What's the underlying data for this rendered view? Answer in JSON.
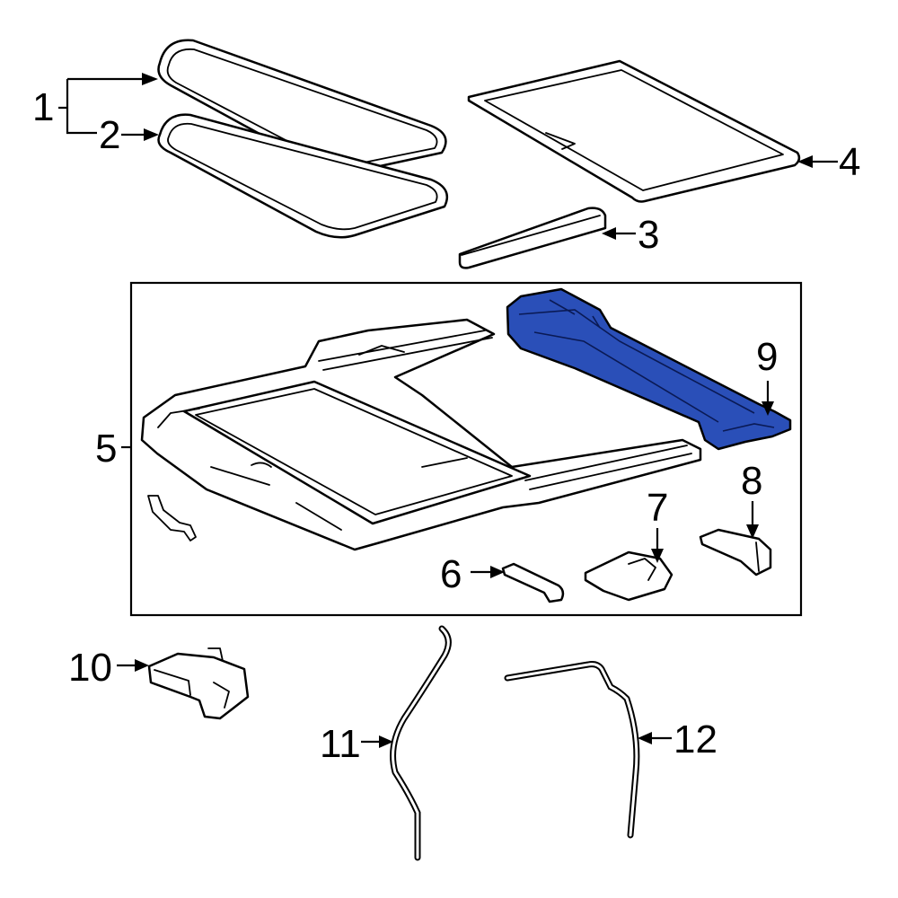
{
  "diagram": {
    "highlight_color": "#2a4fb8",
    "callouts": {
      "c1": "1",
      "c2": "2",
      "c3": "3",
      "c4": "4",
      "c5": "5",
      "c6": "6",
      "c7": "7",
      "c8": "8",
      "c9": "9",
      "c10": "10",
      "c11": "11",
      "c12": "12"
    }
  }
}
